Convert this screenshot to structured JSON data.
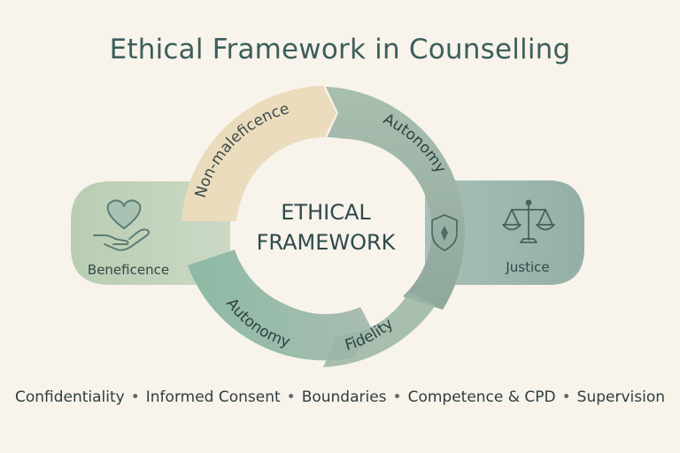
{
  "title": "Ethical Framework in Counselling",
  "center": {
    "line1": "ETHICAL",
    "line2": "FRAMEWORK"
  },
  "cycle_segments": [
    {
      "label": "Non-maleficence",
      "color": "#ecdcbe"
    },
    {
      "label": "Autonomy",
      "color": "#9dbaa9"
    },
    {
      "label": "Autonomy",
      "color": "#8db8a4"
    },
    {
      "label": "Fidelity",
      "color": "#9ab5a6"
    }
  ],
  "side_panels": {
    "left": {
      "label": "Beneficence",
      "icon": "heart-hand-icon",
      "color": "#c5d6bf"
    },
    "right": {
      "label": "Justice",
      "icon": "scales-icon",
      "color": "#a3bcb5"
    }
  },
  "ring_icon": "shield-icon",
  "footer_items": [
    "Confidentiality",
    "Informed Consent",
    "Boundaries",
    "Competence & CPD",
    "Supervision"
  ],
  "colors": {
    "text_dark": "#2f4a4c",
    "title": "#3c5f5a",
    "background": "#f8f3eb"
  }
}
